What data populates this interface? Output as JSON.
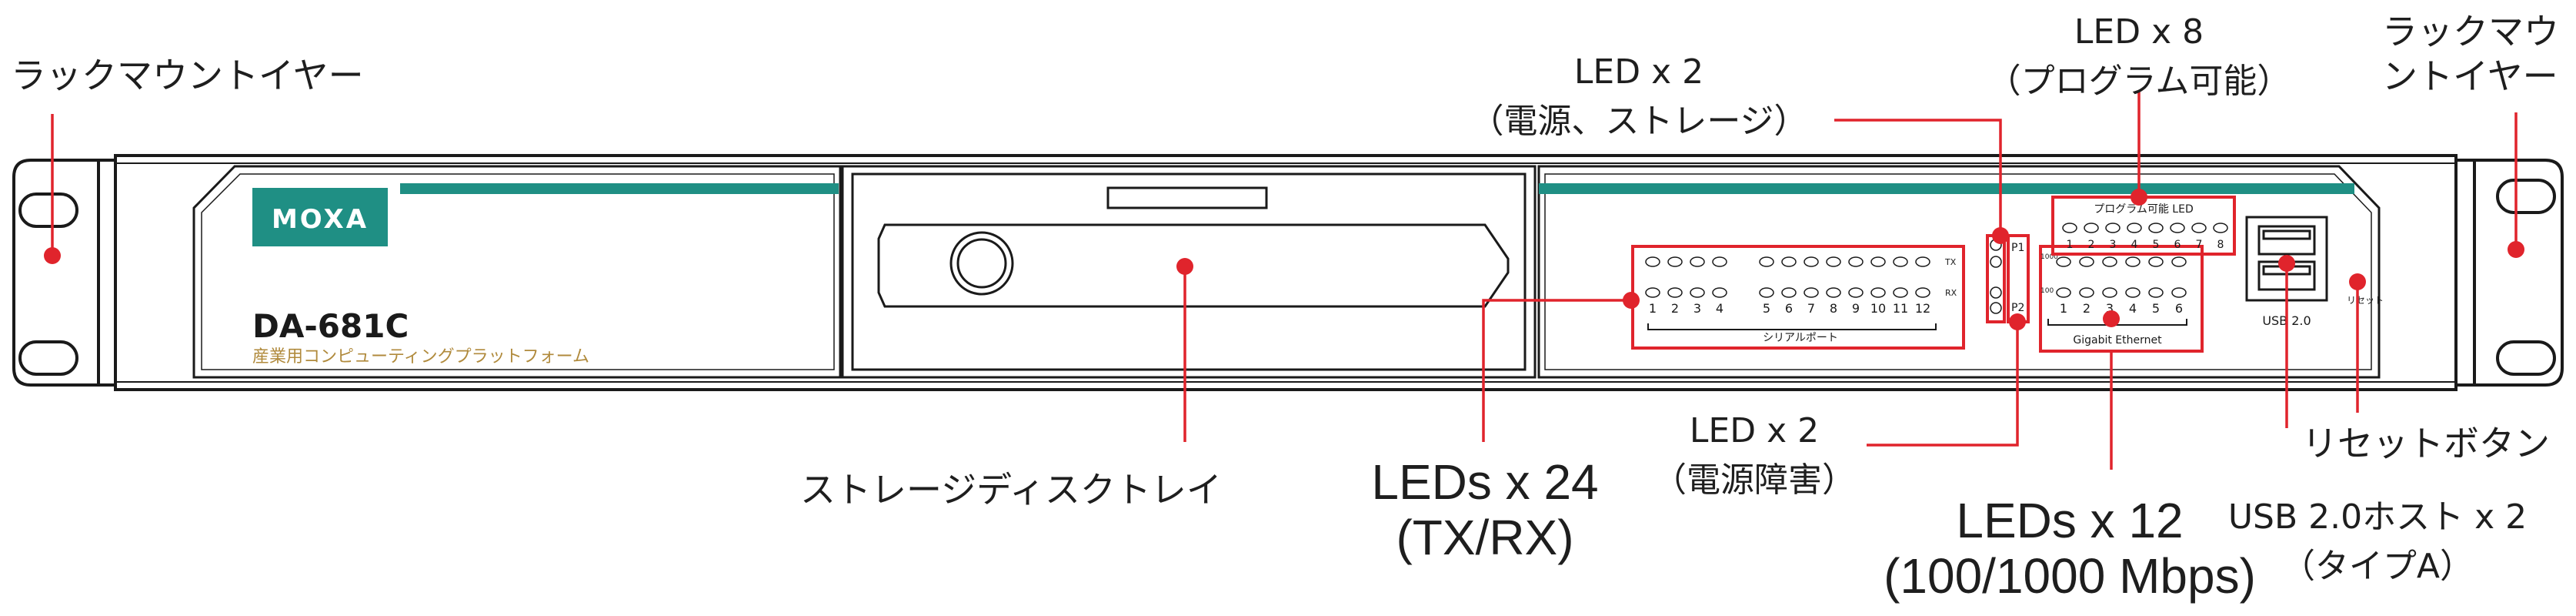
{
  "device": {
    "brand": "MOXA",
    "model": "DA-681C",
    "subtitle": "産業用コンピューティングプラットフォーム",
    "prog_led_caption": "プログラム可能 LED",
    "serial_caption": "シリアルポート",
    "eth_caption": "Gigabit Ethernet",
    "usb_caption": "USB 2.0",
    "reset_caption": "リセット",
    "serial_numbers": [
      "1",
      "2",
      "3",
      "4",
      "5",
      "6",
      "7",
      "8",
      "9",
      "10",
      "11",
      "12"
    ],
    "eth_numbers": [
      "1",
      "2",
      "3",
      "4",
      "5",
      "6"
    ],
    "prog_numbers": [
      "1",
      "2",
      "3",
      "4",
      "5",
      "6",
      "7",
      "8"
    ],
    "tx_label": "TX",
    "rx_label": "RX",
    "p1_label": "P1",
    "p2_label": "P2",
    "speed_1000": "1000",
    "speed_100": "100"
  },
  "callouts": {
    "ear_left": "ラックマウントイヤー",
    "ear_right_line1": "ラックマウ",
    "ear_right_line2": "ントイヤー",
    "power_led_line1": "LED x 2",
    "power_led_line2": "（電源、ストレージ）",
    "prog_led_line1": "LED x 8",
    "prog_led_line2": "（プログラム可能）",
    "storage_tray": "ストレージディスクトレイ",
    "serial_leds_line1": "LEDs x 24",
    "serial_leds_line2": "(TX/RX)",
    "fault_led_line1": "LED x 2",
    "fault_led_line2": "（電源障害）",
    "eth_leds_line1": "LEDs x 12",
    "eth_leds_line2": "(100/1000 Mbps)",
    "usb_line1": "USB 2.0ホスト x 2",
    "usb_line2": "（タイプA）",
    "reset": "リセットボタン"
  },
  "colors": {
    "accent_red": "#e0242c",
    "moxa_teal": "#1f8f84",
    "subtitle_gold": "#b08a3c",
    "outline": "#1a1a1a"
  }
}
